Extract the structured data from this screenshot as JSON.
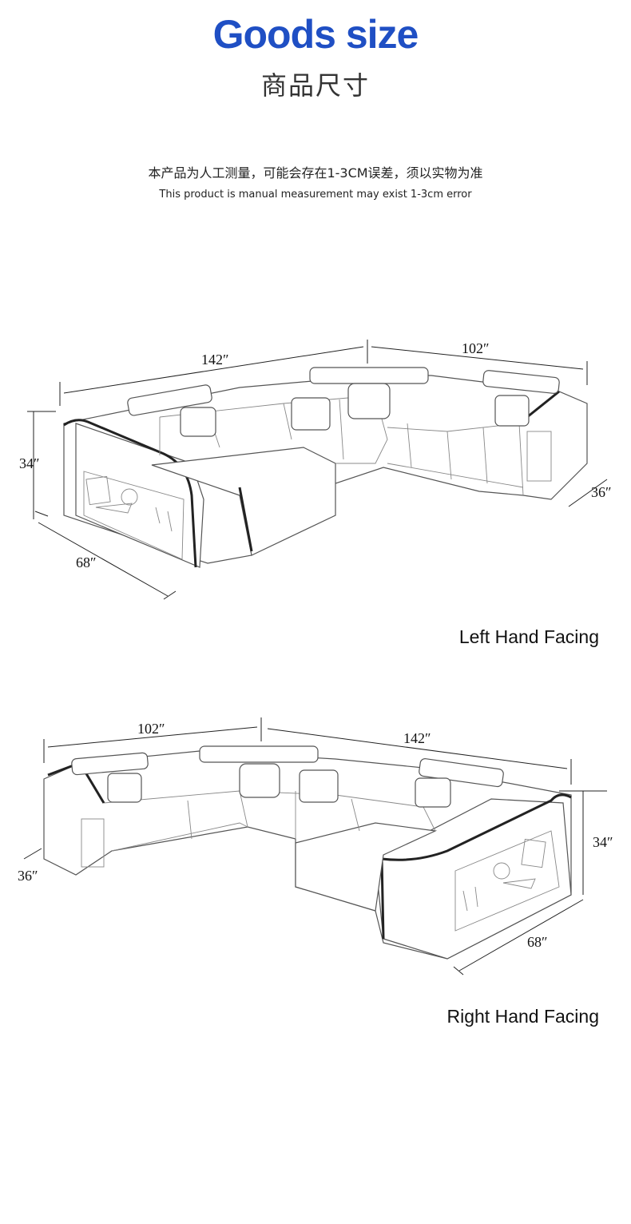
{
  "header": {
    "title_en": "Goods size",
    "title_cn": "商品尺寸",
    "note_cn": "本产品为人工测量，可能会存在1-3CM误差，须以实物为准",
    "note_en": "This product is manual measurement may exist 1-3cm error"
  },
  "left_diagram": {
    "caption": "Left Hand Facing",
    "dims": {
      "long_width": "142″",
      "short_width": "102″",
      "height": "34″",
      "chaise_depth": "68″",
      "seat_depth": "36″"
    }
  },
  "right_diagram": {
    "caption": "Right Hand Facing",
    "dims": {
      "short_width": "102″",
      "long_width": "142″",
      "height": "34″",
      "seat_depth": "36″",
      "chaise_depth": "68″"
    }
  }
}
